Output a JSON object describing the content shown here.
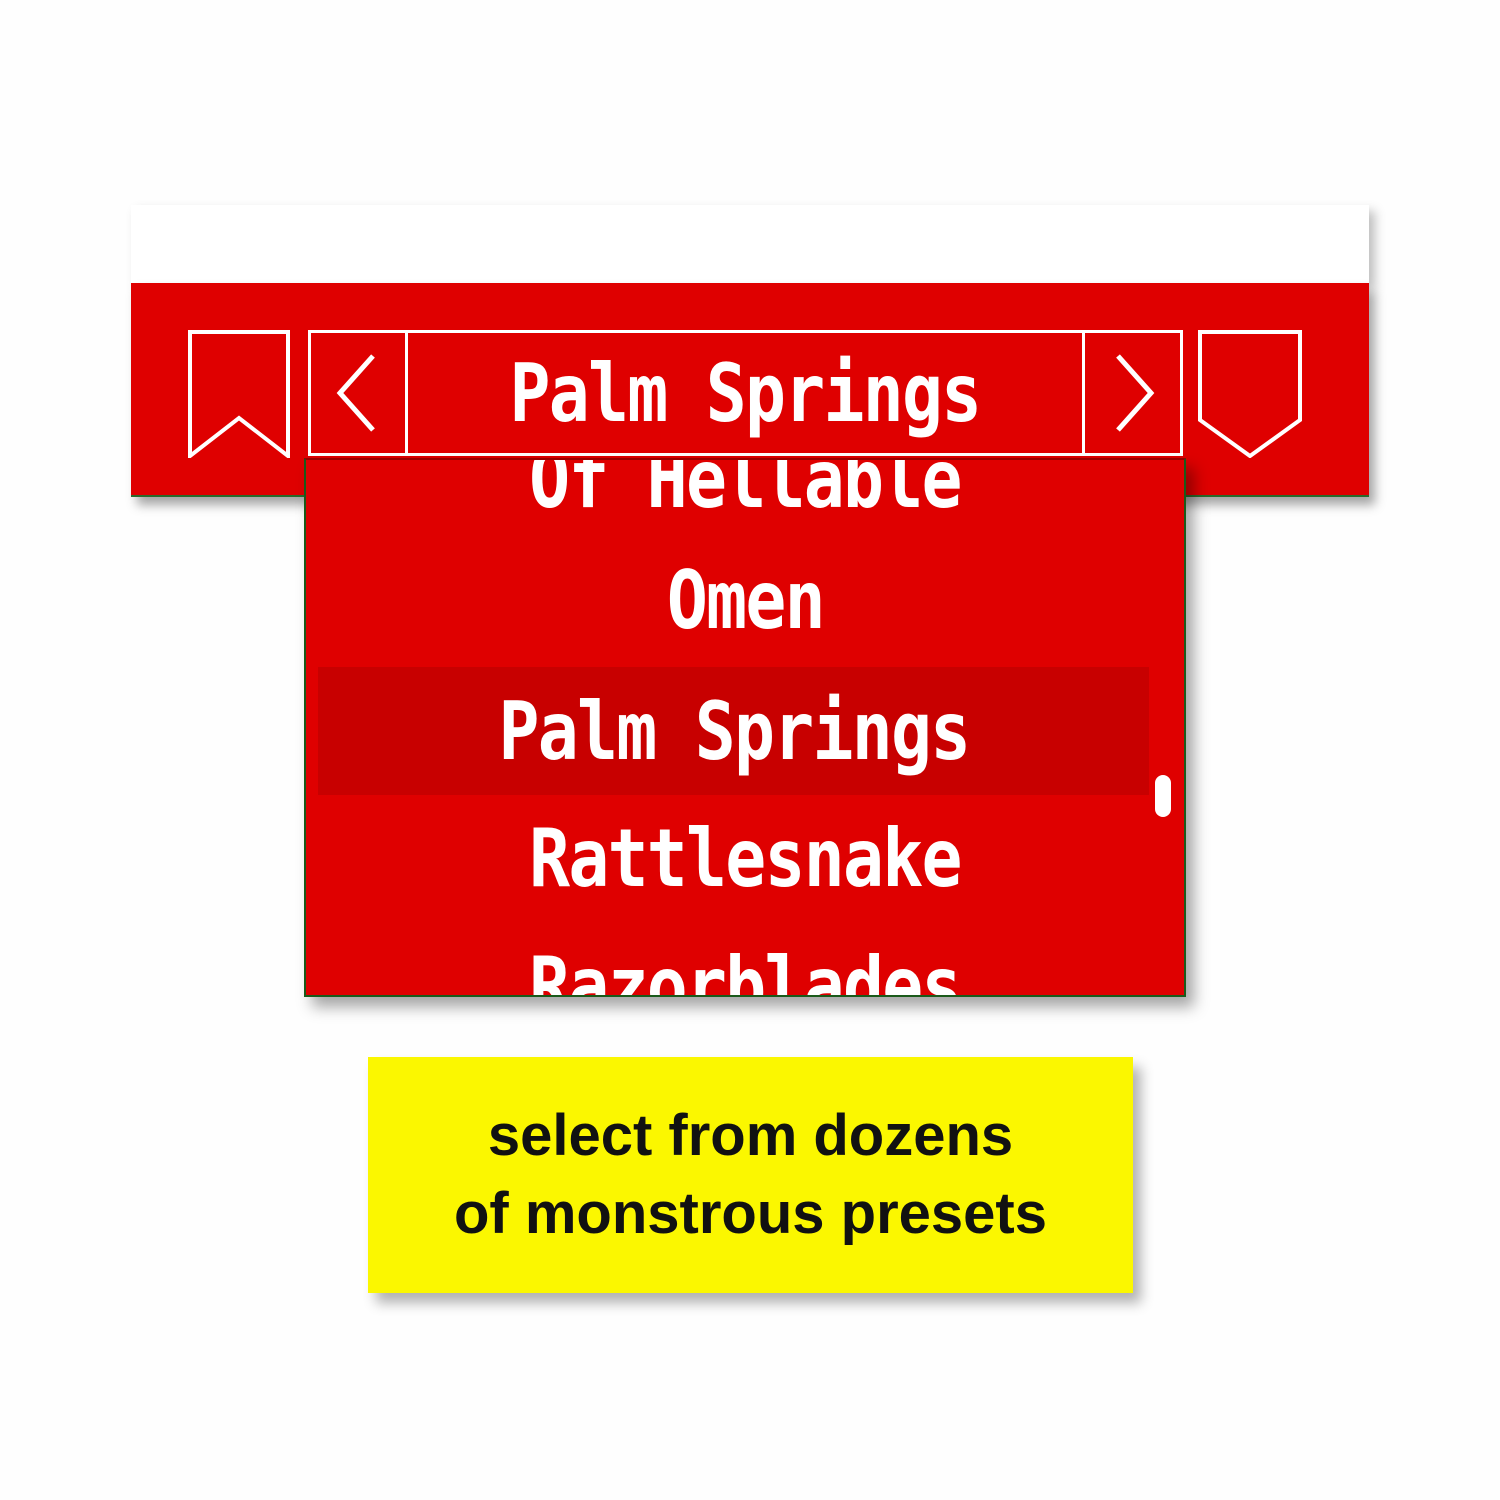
{
  "header": {
    "preset_name": "Palm Springs"
  },
  "icons": {
    "bookmark": "bookmark-icon",
    "prev": "chevron-left-icon",
    "next": "chevron-right-icon",
    "save": "shield-icon"
  },
  "dropdown": {
    "items": [
      "Of Hellable",
      "Omen",
      "Palm Springs",
      "Rattlesnake",
      "Razorblades"
    ],
    "selected": "Palm Springs"
  },
  "caption": {
    "line1": "select from dozens",
    "line2": "of monstrous presets"
  },
  "colors": {
    "red": "#df0000",
    "selected": "#c80000",
    "caption_bg": "#fbf700"
  }
}
